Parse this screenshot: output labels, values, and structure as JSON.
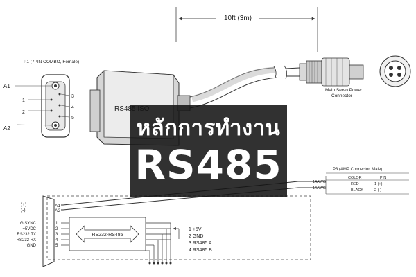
{
  "diagram": {
    "cable_length": "10ft (3m)",
    "p1_label": "P1 (7PIN COMBO, Female)",
    "p1_pins": [
      "A1",
      "1",
      "2",
      "A2",
      "3",
      "4",
      "5"
    ],
    "connector_body_label": "RS485   ISO",
    "main_connector_label_line1": "Main Servo Power",
    "main_connector_label_line2": "Connector",
    "p3_label": "P3 (AMP Connector, Male)",
    "p3_header_color": "COLOR",
    "p3_header_pin": "PIN",
    "wire_gauge_1": "14AWG",
    "wire_gauge_2": "14AWG",
    "wire_red": "RED",
    "wire_black": "BLACK",
    "wire_red_pin": "1  (+)",
    "wire_black_pin": "2  (-)",
    "left_plus": "(+)",
    "left_minus": "(-)",
    "left_a1": "A1",
    "left_a2": "A2",
    "signals": [
      "G SYNC",
      "+5VDC",
      "RS232 TX",
      "RS232 RX",
      "GND"
    ],
    "signal_pins": [
      "1",
      "2",
      "3",
      "4",
      "5"
    ],
    "converter_label": "RS232-RS485",
    "outputs": [
      "1 +5V",
      "2 GND",
      "3 RS485 A",
      "4 RS485 B"
    ]
  },
  "overlay": {
    "title_thai": "หลักการทำงาน",
    "title_main": "RS485"
  },
  "colors": {
    "line": "#333333",
    "overlay_bg": "#141414",
    "overlay_text": "#ffffff"
  }
}
